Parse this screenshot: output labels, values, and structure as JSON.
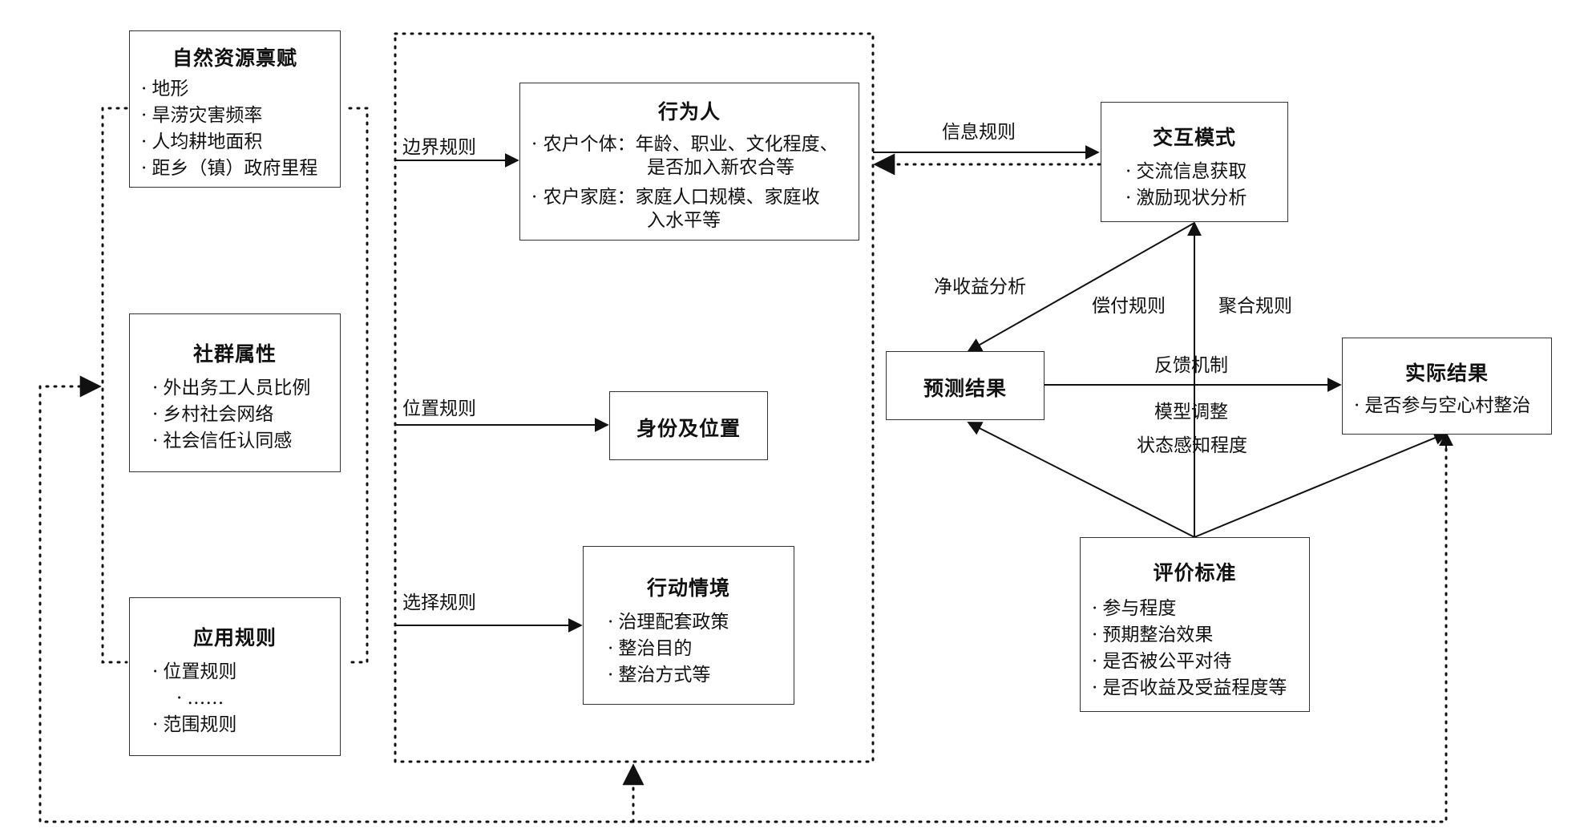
{
  "boxes": {
    "natural": {
      "title": "自然资源禀赋",
      "items": [
        "地形",
        "旱涝灾害频率",
        "人均耕地面积",
        "距乡（镇）政府里程"
      ]
    },
    "social": {
      "title": "社群属性",
      "items": [
        "外出务工人员比例",
        "乡村社会网络",
        "社会信任认同感"
      ]
    },
    "rules_apply": {
      "title": "应用规则",
      "items": [
        "位置规则",
        "……",
        "范围规则"
      ]
    },
    "actor": {
      "title": "行为人",
      "items": [
        {
          "head": "农户个体：年龄、职业、文化程度、",
          "tail": "是否加入新农合等"
        },
        {
          "head": "农户家庭：家庭人口规模、家庭收",
          "tail": "入水平等"
        }
      ]
    },
    "identity": {
      "title": "身份及位置"
    },
    "situation": {
      "title": "行动情境",
      "items": [
        "治理配套政策",
        "整治目的",
        "整治方式等"
      ]
    },
    "interaction": {
      "title": "交互模式",
      "items": [
        "交流信息获取",
        "激励现状分析"
      ]
    },
    "predicted": {
      "title": "预测结果"
    },
    "actual": {
      "title": "实际结果",
      "items": [
        "是否参与空心村整治"
      ]
    },
    "evaluation": {
      "title": "评价标准",
      "items": [
        "参与程度",
        "预期整治效果",
        "是否被公平对待",
        "是否收益及受益程度等"
      ]
    }
  },
  "labels": {
    "boundary_rule": "边界规则",
    "position_rule": "位置规则",
    "choice_rule": "选择规则",
    "info_rule": "信息规则",
    "net_benefit": "净收益分析",
    "payoff_rule": "偿付规则",
    "aggregation_rule": "聚合规则",
    "feedback": "反馈机制",
    "model_adjust": "模型调整",
    "state_perception": "状态感知程度"
  }
}
